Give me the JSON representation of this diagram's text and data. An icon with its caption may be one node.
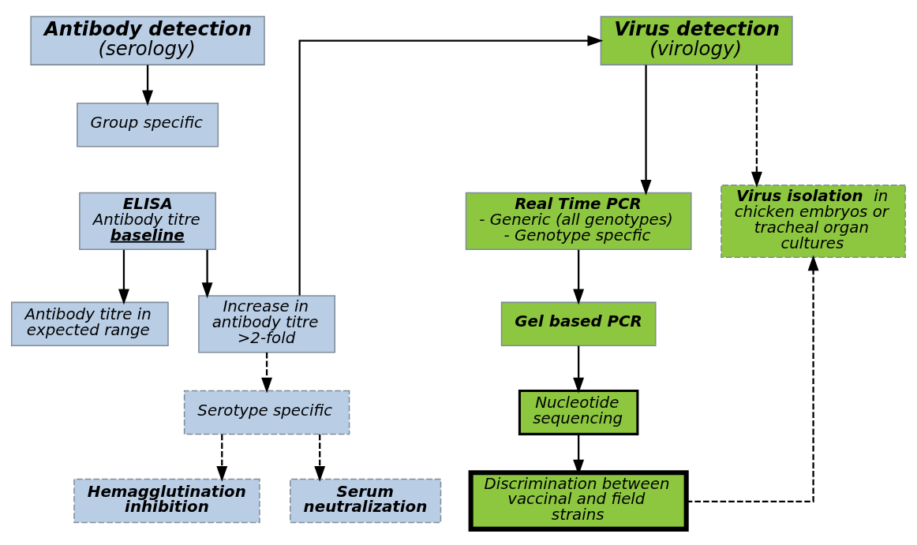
{
  "diagram": {
    "nodes": [
      {
        "text": [
          "Antibody detection",
          "(serology)"
        ]
      },
      {
        "text": [
          "Group specific"
        ]
      },
      {
        "text": [
          "ELISA",
          "Antibody titre",
          "baseline"
        ]
      },
      {
        "text": [
          "Antibody titre in expected range"
        ]
      },
      {
        "text": [
          "Increase in antibody titre >2-fold"
        ]
      },
      {
        "text": [
          "Serotype specific"
        ]
      },
      {
        "text": [
          "Hemagglutination inhibition"
        ]
      },
      {
        "text": [
          "Serum neutralization"
        ]
      },
      {
        "text": [
          "Virus detection",
          "(virology)"
        ]
      },
      {
        "text": [
          "Real Time PCR",
          "- Generic (all genotypes)",
          "- Genotype specfic"
        ]
      },
      {
        "text": [
          "Gel based PCR"
        ]
      },
      {
        "text": [
          "Nucleotide sequencing"
        ]
      },
      {
        "text": [
          "Discrimination between vaccinal and field strains"
        ]
      },
      {
        "text": [
          "**Virus isolation** in chicken embryos or tracheal organ cultures"
        ]
      }
    ],
    "edges": [
      {
        "from": 0,
        "to": 1,
        "arrow": "to"
      },
      {
        "from": 2,
        "to": 3,
        "arrow": "to"
      },
      {
        "from": 2,
        "to": 4,
        "arrow": "to"
      },
      {
        "from": 4,
        "to": 5,
        "arrow": "to",
        "style": "dashed"
      },
      {
        "from": 5,
        "to": 6,
        "arrow": "to",
        "style": "dashed"
      },
      {
        "from": 5,
        "to": 7,
        "arrow": "to",
        "style": "dashed"
      },
      {
        "from": 4,
        "to": 8,
        "arrow": "to"
      },
      {
        "from": 8,
        "to": 9,
        "arrow": "to"
      },
      {
        "from": 8,
        "to": 13,
        "arrow": "to",
        "style": "dashed"
      },
      {
        "from": 9,
        "to": 10,
        "arrow": "to"
      },
      {
        "from": 10,
        "to": 11,
        "arrow": "to"
      },
      {
        "from": 11,
        "to": 12,
        "arrow": "to"
      },
      {
        "from": 12,
        "to": 13,
        "arrow": "to",
        "style": "dashed"
      }
    ]
  }
}
